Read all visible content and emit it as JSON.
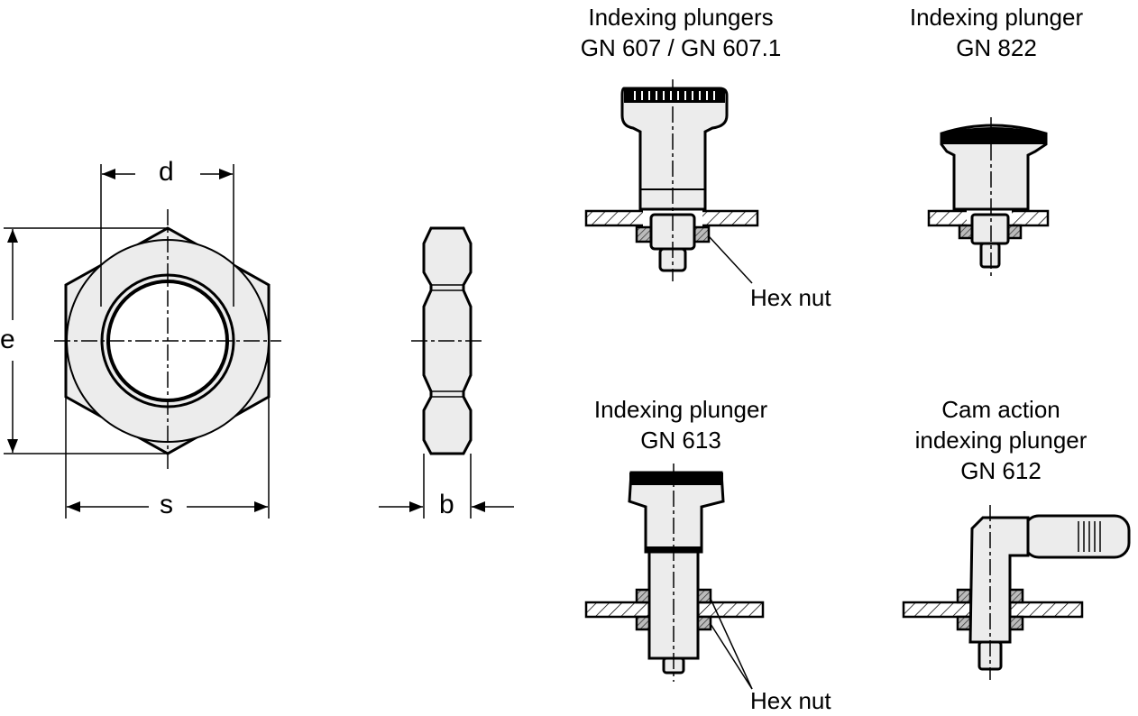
{
  "dimensions": {
    "d": "d",
    "e": "e",
    "s": "s",
    "b": "b"
  },
  "figures": {
    "gn607": {
      "title_line1": "Indexing plungers",
      "title_line2": "GN 607 / GN 607.1",
      "callout": "Hex nut"
    },
    "gn822": {
      "title_line1": "Indexing plunger",
      "title_line2": "GN 822"
    },
    "gn613": {
      "title_line1": "Indexing plunger",
      "title_line2": "GN 613",
      "callout": "Hex nut"
    },
    "gn612": {
      "title_line1": "Cam action",
      "title_line2": "indexing plunger",
      "title_line3": "GN 612"
    }
  }
}
